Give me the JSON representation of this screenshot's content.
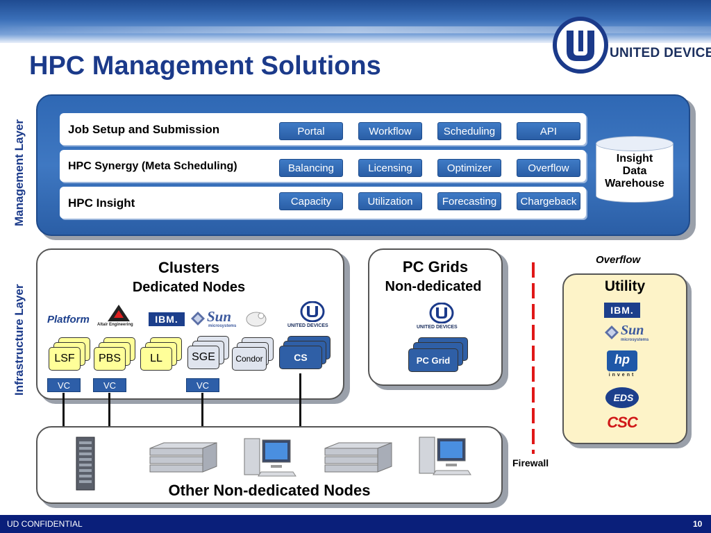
{
  "title": "HPC Management Solutions",
  "logo": {
    "brand": "UNITED DEVICES",
    "mark": "UD",
    "trademark": "™"
  },
  "side_labels": {
    "management": "Management Layer",
    "infrastructure": "Infrastructure Layer"
  },
  "management": {
    "rows": [
      {
        "label": "Job Setup and Submission",
        "items": [
          "Portal",
          "Workflow",
          "Scheduling",
          "API"
        ]
      },
      {
        "label": "HPC Synergy (Meta Scheduling)",
        "items": [
          "Balancing",
          "Licensing",
          "Optimizer",
          "Overflow"
        ]
      },
      {
        "label": "HPC Insight",
        "items": [
          "Capacity",
          "Utilization",
          "Forecasting",
          "Chargeback"
        ]
      }
    ],
    "warehouse": [
      "Insight",
      "Data",
      "Warehouse"
    ]
  },
  "clusters": {
    "title": "Clusters",
    "subtitle": "Dedicated Nodes",
    "vendor_logos": [
      "Platform",
      "Altair Engineering",
      "IBM.",
      "Sun",
      "microsystems",
      "UNITED DEVICES"
    ],
    "nodes": [
      "LSF",
      "PBS",
      "LL",
      "SGE",
      "Condor",
      "CS"
    ],
    "vc": [
      "VC",
      "VC",
      "VC"
    ]
  },
  "pc_grids": {
    "title": "PC Grids",
    "subtitle": "Non-dedicated",
    "node": "PC Grid",
    "logo": "UNITED DEVICES"
  },
  "overflow_label": "Overflow",
  "utility": {
    "title": "Utility",
    "logos": [
      "IBM.",
      "Sun",
      "microsystems",
      "hp",
      "invent",
      "EDS",
      "CSC"
    ]
  },
  "firewall_label": "Firewall",
  "other_nodes": {
    "title": "Other Non-dedicated Nodes"
  },
  "footer": {
    "left": "UD CONFIDENTIAL",
    "page": "10"
  },
  "colors": {
    "title": "#1b3a8a",
    "panel": "#3a72bd",
    "pill": "#2f68b4",
    "node_yellow": "#ffff99",
    "firewall": "#e01818",
    "footer": "#0a1f7a"
  }
}
